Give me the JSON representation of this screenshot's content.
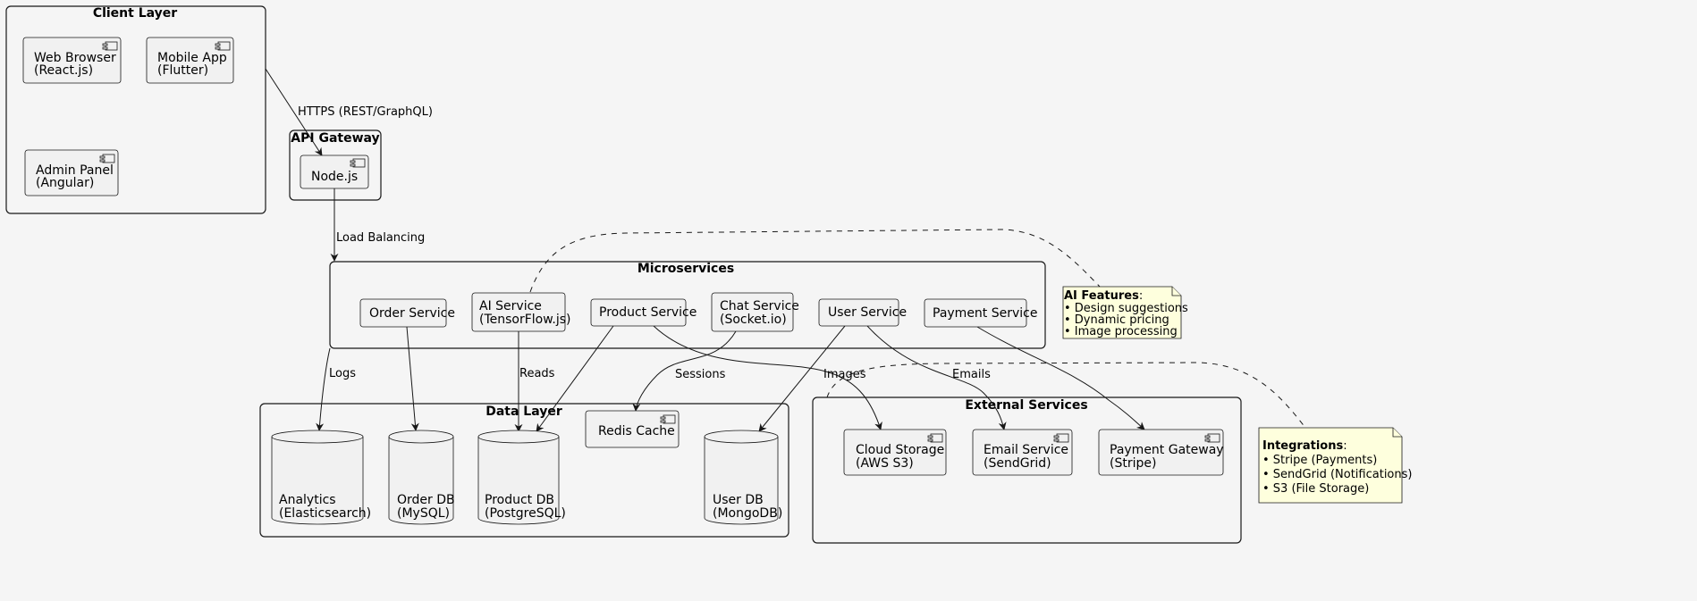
{
  "packages": {
    "client": "Client Layer",
    "gateway": "API Gateway",
    "micro": "Microservices",
    "data": "Data Layer",
    "external": "External Services"
  },
  "nodes": {
    "web_browser": [
      "Web Browser",
      "(React.js)"
    ],
    "mobile_app": [
      "Mobile App",
      "(Flutter)"
    ],
    "admin_panel": [
      "Admin Panel",
      "(Angular)"
    ],
    "nodejs": [
      "Node.js"
    ],
    "order_service": [
      "Order Service"
    ],
    "ai_service": [
      "AI Service",
      "(TensorFlow.js)"
    ],
    "product_service": [
      "Product Service"
    ],
    "chat_service": [
      "Chat Service",
      "(Socket.io)"
    ],
    "user_service": [
      "User Service"
    ],
    "payment_service": [
      "Payment Service"
    ],
    "analytics_db": [
      "Analytics",
      "(Elasticsearch)"
    ],
    "order_db": [
      "Order DB",
      "(MySQL)"
    ],
    "product_db": [
      "Product DB",
      "(PostgreSQL)"
    ],
    "redis_cache": [
      "Redis Cache"
    ],
    "user_db": [
      "User DB",
      "(MongoDB)"
    ],
    "cloud_storage": [
      "Cloud Storage",
      "(AWS S3)"
    ],
    "email_service": [
      "Email Service",
      "(SendGrid)"
    ],
    "payment_gateway": [
      "Payment Gateway",
      "(Stripe)"
    ]
  },
  "edge_labels": {
    "https": "HTTPS (REST/GraphQL)",
    "load_balancing": "Load Balancing",
    "logs": "Logs",
    "reads": "Reads",
    "sessions": "Sessions",
    "images": "Images",
    "emails": "Emails"
  },
  "notes": {
    "ai": {
      "title": "AI Features",
      "items": [
        "• Design suggestions",
        "• Dynamic pricing",
        "• Image processing"
      ]
    },
    "integrations": {
      "title": "Integrations",
      "items": [
        "• Stripe (Payments)",
        "• SendGrid (Notifications)",
        "• S3 (File Storage)"
      ]
    }
  },
  "colors": {
    "background": "#f5f5f5",
    "node_fill": "#f1f1f1",
    "note_fill": "#feffdd",
    "stroke": "#181818"
  }
}
